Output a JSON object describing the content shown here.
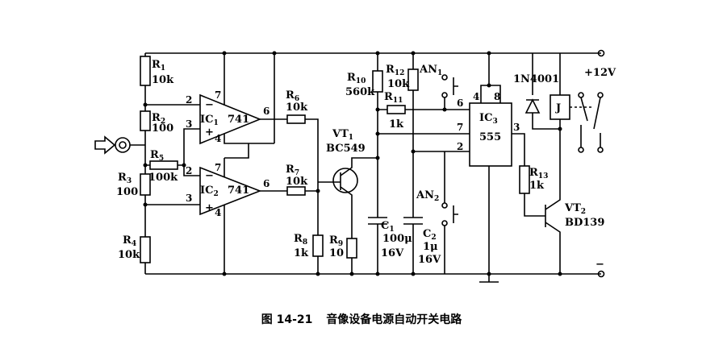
{
  "caption": {
    "figure_no": "图 14-21",
    "title": "音像设备电源自动开关电路"
  },
  "components": {
    "r1": {
      "ref": "R",
      "sub": "1",
      "value": "10k"
    },
    "r2": {
      "ref": "R",
      "sub": "2",
      "value": "100"
    },
    "r3": {
      "ref": "R",
      "sub": "3",
      "value": "100"
    },
    "r4": {
      "ref": "R",
      "sub": "4",
      "value": "10k"
    },
    "r5": {
      "ref": "R",
      "sub": "5",
      "value": "100k"
    },
    "r6": {
      "ref": "R",
      "sub": "6",
      "value": "10k"
    },
    "r7": {
      "ref": "R",
      "sub": "7",
      "value": "10k"
    },
    "r8": {
      "ref": "R",
      "sub": "8",
      "value": "1k"
    },
    "r9": {
      "ref": "R",
      "sub": "9",
      "value": "10"
    },
    "r10": {
      "ref": "R",
      "sub": "10",
      "value": "560k"
    },
    "r11": {
      "ref": "R",
      "sub": "11",
      "value": "1k"
    },
    "r12": {
      "ref": "R",
      "sub": "12",
      "value": "10k"
    },
    "r13": {
      "ref": "R",
      "sub": "13",
      "value": "1k"
    },
    "ic1": {
      "ref": "IC",
      "sub": "1",
      "part": "741"
    },
    "ic2": {
      "ref": "IC",
      "sub": "2",
      "part": "741"
    },
    "ic3": {
      "ref": "IC",
      "sub": "3",
      "part": "555"
    },
    "vt1": {
      "ref": "VT",
      "sub": "1",
      "part": "BC549"
    },
    "vt2": {
      "ref": "VT",
      "sub": "2",
      "part": "BD139"
    },
    "c1": {
      "ref": "C",
      "sub": "1",
      "value": "100μ",
      "voltage": "16V"
    },
    "c2": {
      "ref": "C",
      "sub": "2",
      "value": "1μ",
      "voltage": "16V"
    },
    "an1": {
      "ref": "AN",
      "sub": "1"
    },
    "an2": {
      "ref": "AN",
      "sub": "2"
    },
    "diode": {
      "part": "1N4001"
    },
    "relay": {
      "ref": "J"
    },
    "supply": {
      "positive": "+12V",
      "negative": "−"
    }
  },
  "pins": {
    "ic1_minus": "−",
    "ic1_plus": "+",
    "ic1_in_neg": "2",
    "ic1_in_pos": "3",
    "ic1_vplus": "7",
    "ic1_vminus": "4",
    "ic1_out": "6",
    "ic2_minus": "−",
    "ic2_plus": "+",
    "ic2_in_neg": "2",
    "ic2_in_pos": "3",
    "ic2_vplus": "7",
    "ic2_vminus": "4",
    "ic2_out": "6",
    "ic3_p4": "4",
    "ic3_p8": "8",
    "ic3_p6": "6",
    "ic3_p7": "7",
    "ic3_p2": "2",
    "ic3_p3": "3"
  },
  "colors": {
    "ink": "#000000",
    "background": "#ffffff"
  }
}
